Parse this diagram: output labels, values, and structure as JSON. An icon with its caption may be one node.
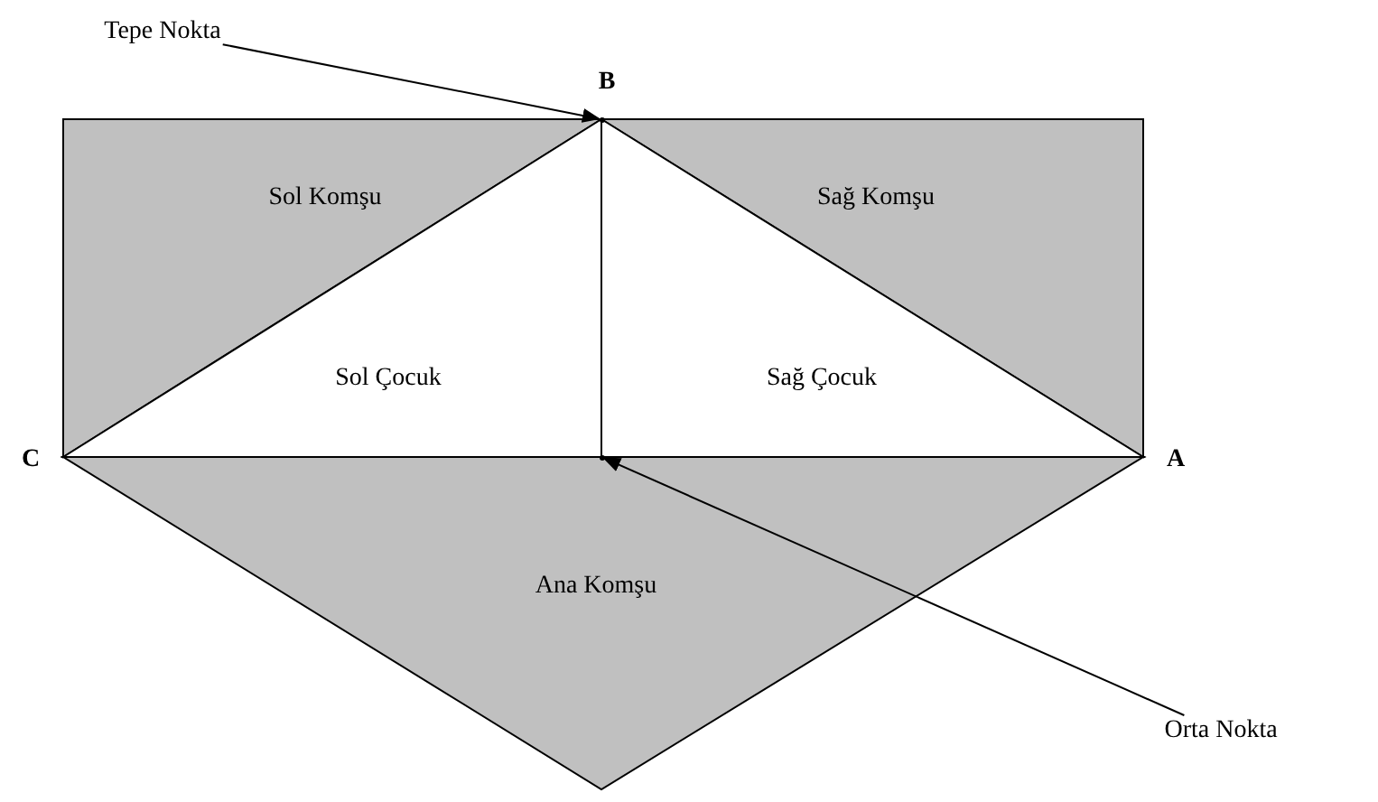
{
  "diagram": {
    "nodes": [
      {
        "text": [
          "Tepe Nokta"
        ]
      },
      {
        "text": [
          "Sol Komşu"
        ]
      },
      {
        "text": [
          "Sağ Komşu"
        ]
      },
      {
        "text": [
          "Sol Çocuk"
        ]
      },
      {
        "text": [
          "Sağ Çocuk"
        ]
      },
      {
        "text": [
          "Ana Komşu"
        ]
      },
      {
        "text": [
          "Orta Nokta"
        ]
      },
      {
        "text": [],
        "shape": "point"
      },
      {
        "text": [],
        "shape": "point"
      }
    ],
    "edges": [
      {
        "from": 0,
        "to": 7,
        "arrow": "to"
      },
      {
        "from": 6,
        "to": 8,
        "arrow": "to"
      }
    ],
    "labels": [
      "B",
      "C",
      "A"
    ]
  }
}
